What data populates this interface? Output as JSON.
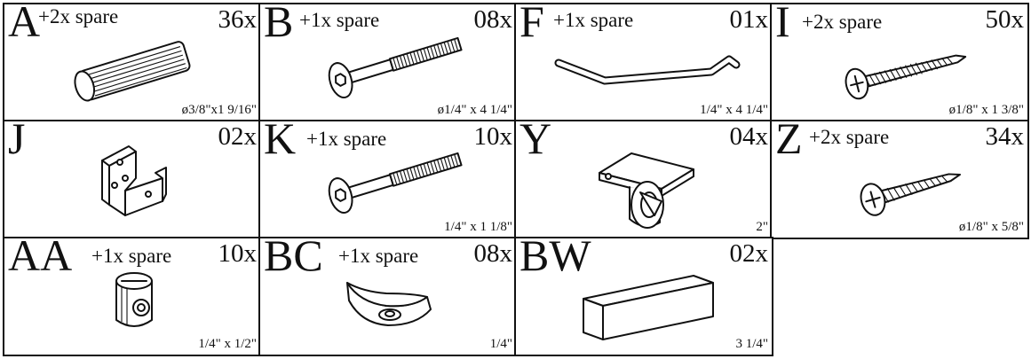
{
  "parts": [
    {
      "letter": "A",
      "spare": "+2x spare",
      "qty": "36x",
      "dim": "ø3/8\"x1 9/16\"",
      "icon": "dowel-icon"
    },
    {
      "letter": "B",
      "spare": "+1x spare",
      "qty": "08x",
      "dim": "ø1/4\" x 4 1/4\"",
      "icon": "hex-bolt-icon"
    },
    {
      "letter": "F",
      "spare": "+1x spare",
      "qty": "01x",
      "dim": "1/4\" x 4 1/4\"",
      "icon": "allen-key-icon"
    },
    {
      "letter": "I",
      "spare": "+2x spare",
      "qty": "50x",
      "dim": "ø1/8\" x 1 3/8\"",
      "icon": "wood-screw-icon"
    },
    {
      "letter": "J",
      "spare": "",
      "qty": "02x",
      "dim": "",
      "icon": "u-bracket-icon"
    },
    {
      "letter": "K",
      "spare": "+1x spare",
      "qty": "10x",
      "dim": "1/4\" x 1 1/8\"",
      "icon": "hex-bolt-icon"
    },
    {
      "letter": "Y",
      "spare": "",
      "qty": "04x",
      "dim": "2\"",
      "icon": "caster-wheel-icon"
    },
    {
      "letter": "Z",
      "spare": "+2x spare",
      "qty": "34x",
      "dim": "ø1/8\" x 5/8\"",
      "icon": "wood-screw-icon"
    },
    {
      "letter": "AA",
      "spare": "+1x spare",
      "qty": "10x",
      "dim": "1/4\" x 1/2\"",
      "icon": "cam-lock-icon"
    },
    {
      "letter": "BC",
      "spare": "+1x spare",
      "qty": "08x",
      "dim": "1/4\"",
      "icon": "cam-cup-icon"
    },
    {
      "letter": "BW",
      "spare": "",
      "qty": "02x",
      "dim": "3 1/4\"",
      "icon": "wood-block-icon"
    }
  ]
}
